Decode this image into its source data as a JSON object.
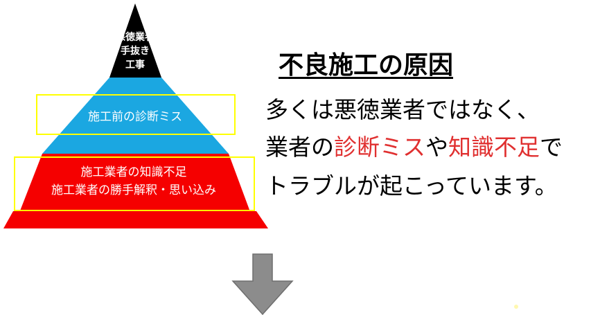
{
  "pyramid": {
    "top_lines": [
      "悪徳業者",
      "手抜き",
      "工事"
    ],
    "middle_label": "施工前の診断ミス",
    "bottom_lines": [
      "施工業者の知識不足",
      "施工業者の勝手解釈・思い込み"
    ],
    "colors": {
      "top": "#000000",
      "middle": "#1ba7e1",
      "bottom": "#f50000",
      "outline": "#ffff00"
    }
  },
  "heading": "不良施工の原因",
  "body": {
    "line1": "多くは悪徳業者ではなく、",
    "line2_a": "業者の",
    "line2_b": "診断ミス",
    "line2_c": "や",
    "line2_d": "知識不足",
    "line2_e": "で",
    "line3": "トラブルが起こっています。",
    "highlight_color": "#e03030"
  },
  "arrow": {
    "direction": "down",
    "color": "#8c8c8c"
  }
}
